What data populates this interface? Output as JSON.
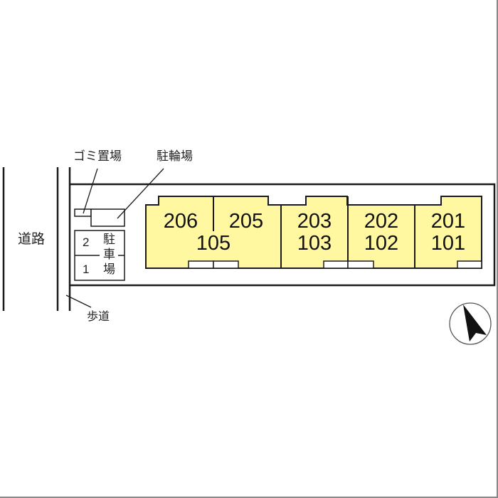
{
  "labels": {
    "road": "道路",
    "sidewalk": "歩道",
    "garbage": "ゴミ置場",
    "bicycle_parking": "駐輪場",
    "parking_chars": [
      "駐",
      "車",
      "場"
    ],
    "parking_spaces": [
      "2",
      "1"
    ]
  },
  "units": [
    {
      "upper": "206",
      "lower": ""
    },
    {
      "upper": "205",
      "lower": ""
    },
    {
      "shared_lower": "105"
    },
    {
      "upper": "203",
      "lower": "103"
    },
    {
      "upper": "202",
      "lower": "102"
    },
    {
      "upper": "201",
      "lower": "101"
    }
  ],
  "compass": {
    "icon": "north-arrow-icon"
  },
  "colors": {
    "building_fill": "#FFF8A0",
    "line": "#1a1a1a"
  }
}
